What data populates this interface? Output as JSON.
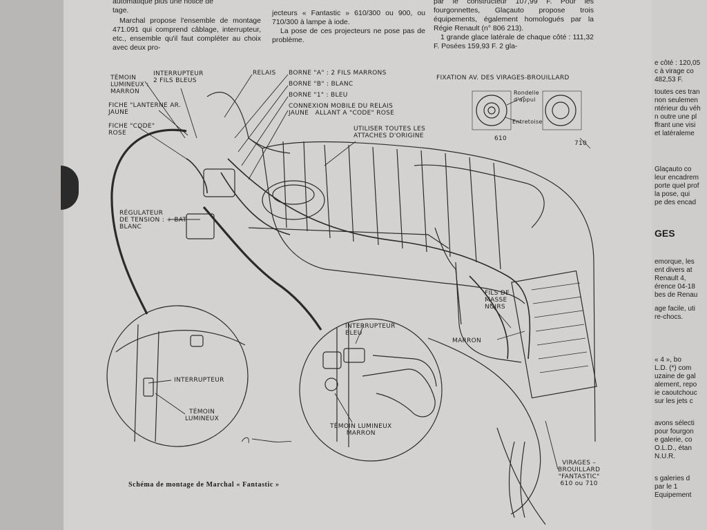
{
  "article": {
    "col1": [
      "automatique plus une notice de",
      "tage.",
      "Marchal propose l'ensemble de montage 471.091 qui comprend câblage, interrupteur, etc., ensemble qu'il faut compléter au choix avec deux pro-"
    ],
    "col2": [
      "jecteurs « Fantastic » 610/300 ou 900, ou 710/300 à lampe à iode.",
      "La pose de ces projecteurs ne pose pas de problème."
    ],
    "col3": [
      "par le constructeur 107,99 F. Pour les fourgonnettes, Glaçauto propose trois équipements, également homologués par la Régie Renault (n° 806 213).",
      "1 grande glace latérale de chaque côté : 111,32 F. Posées 159,93 F. 2 gla-"
    ]
  },
  "diagram_labels": {
    "temoin_marron": "TÉMOIN\nLUMINEUX :\nMARRON",
    "interrupteur_fils": "INTERRUPTEUR\n2 FILS BLEUS",
    "relais": "RELAIS",
    "borne_a": "BORNE \"A\" : 2 FILS MARRONS",
    "borne_b": "BORNE \"B\" : BLANC",
    "borne_1": "BORNE \"1\" : BLEU",
    "connexion": "CONNEXION MOBILE DU RELAIS\nJAUNE   ALLANT A \"CODE\" ROSE",
    "fiche_lanterne": "FICHE \"LANTERNE AR.\nJAUNE",
    "fiche_code": "FICHE \"CODE\"\nROSE",
    "attaches": "UTILISER TOUTES LES\nATTACHES D'ORIGINE",
    "fixation": "FIXATION AV. DES VIRAGES-BROUILLARD",
    "rondelle": "Rondelle\nd'appui",
    "entretoise": "Entretoise",
    "num_610": "610",
    "num_710": "710",
    "regulateur": "RÉGULATEUR\nDE TENSION : + BAT\nBLANC",
    "fils_masse": "FILS DE\nMASSE\nNOIRS",
    "marron": "MARRON",
    "interrupteur_bleu": "INTERRUPTEUR\nBLEU",
    "interrupteur": "INTERRUPTEUR",
    "temoin_lumineux": "TÉMOIN\nLUMINEUX",
    "temoin_lumineux_marron": "TÉMOIN LUMINEUX\nMARRON",
    "virages": "VIRAGES –\nBROUILLARD\n\"FANTASTIC\"\n610 ou 710"
  },
  "caption": "Schéma de montage de Marchal « Fantastic »",
  "right_page_fragments": [
    "e côté : 120,05",
    "c à virage co",
    "482,53 F.",
    "toutes ces tran",
    "non seulemen",
    "ntérieur du véh",
    "n outre une pl",
    "ffrant une visi",
    "et latéraleme",
    "Glaçauto co",
    "leur encadrem",
    "porte quel prof",
    "la pose, qui",
    "pe des encad",
    "GES",
    "emorque, les",
    "ent divers at",
    "Renault 4,",
    "érence 04-18",
    "bes de Renau",
    "age facile, uti",
    "re-chocs.",
    "« 4 », bo",
    "L.D. (*) com",
    "uzaine de gal",
    "alement, repo",
    "ie caoutchouc",
    "sur les jets c",
    "avons sélecti",
    "pour fourgon",
    "e galerie, co",
    "O.L.D., étan",
    "N.U.R.",
    "s galeries d",
    "par le 1",
    "Equipement"
  ]
}
